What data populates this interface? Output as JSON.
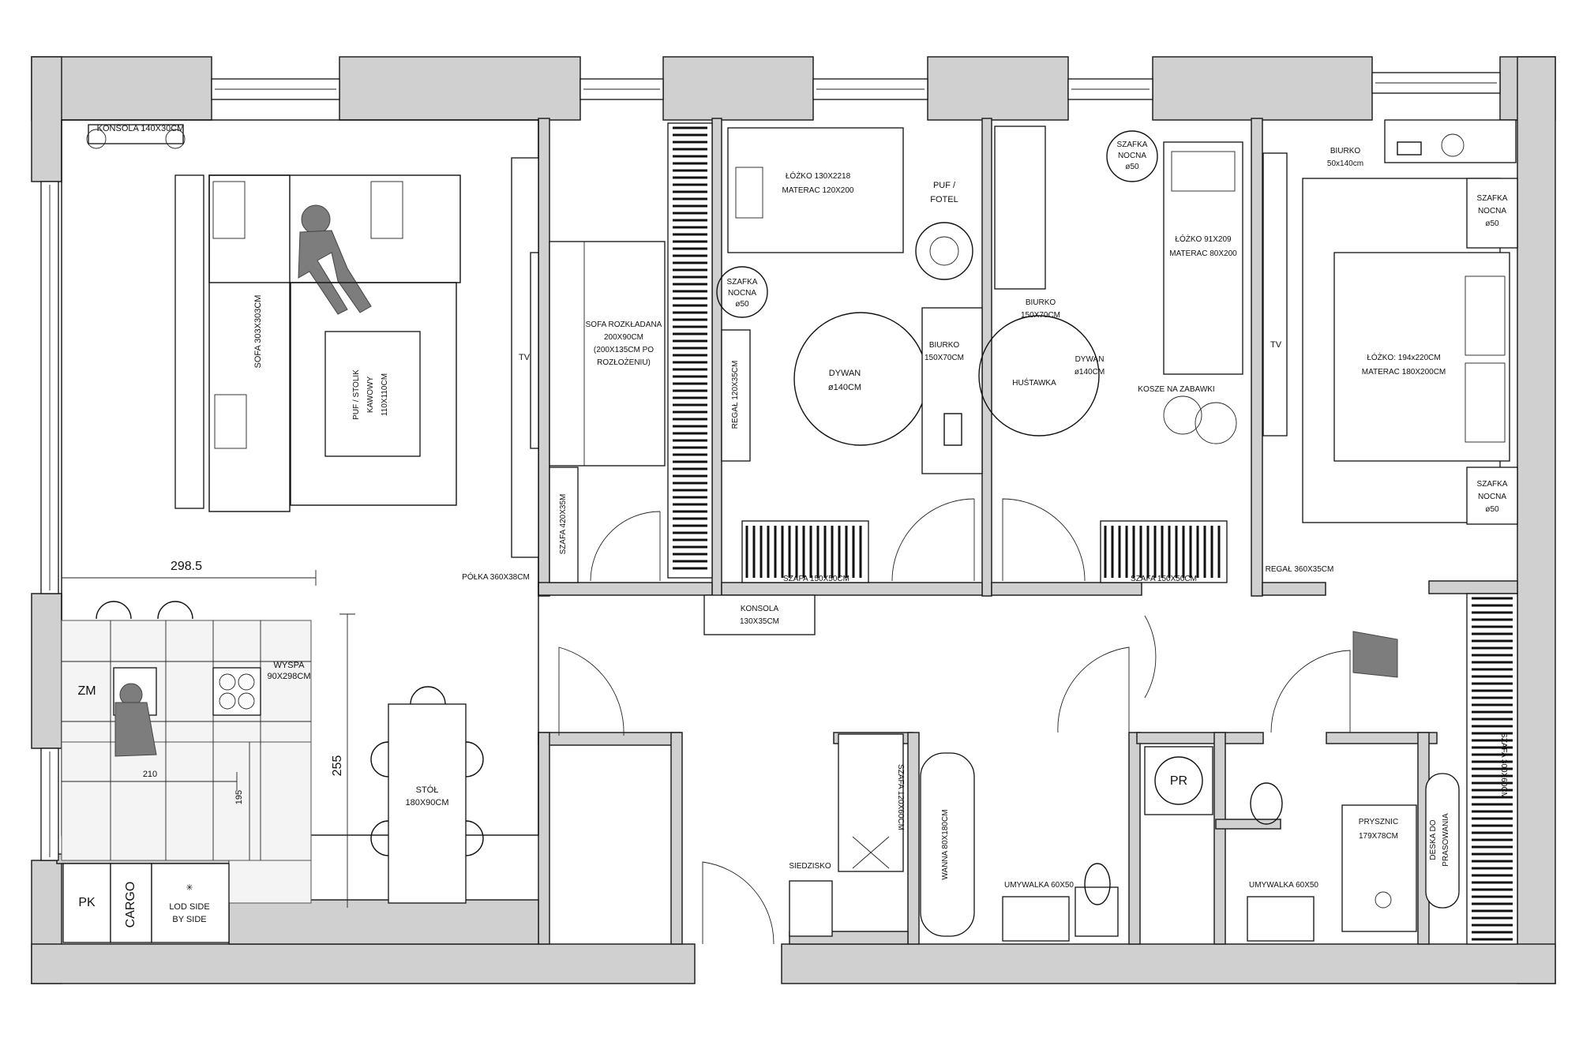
{
  "plan": {
    "living": {
      "console_top": "KONSOLA 140X30CM",
      "sofa": "SOFA 303X303CM",
      "puf_line1": "PUF / STOLIK",
      "puf_line2": "KAWOWY",
      "puf_line3": "110X110CM",
      "tv": "TV",
      "dim_width": "298.5",
      "dim_height": "255"
    },
    "kitchen": {
      "zm": "ZM",
      "wyspa_line1": "WYSPA",
      "wyspa_line2": "90X298CM",
      "dim_210": "210",
      "dim_195": "195",
      "pk": "PK",
      "cargo": "CARGO",
      "lod_line1": "LOD SIDE",
      "lod_line2": "BY SIDE"
    },
    "dining": {
      "table_line1": "STÓŁ",
      "table_line2": "180X90CM"
    },
    "room1": {
      "sofa_line1": "SOFA ROZKŁADANA",
      "sofa_line2": "200X90CM",
      "sofa_line3": "(200X135CM PO",
      "sofa_line4": "ROZŁOŻENIU)",
      "wardrobe": "SZAFA 420X35M",
      "shelf": "PÓŁKA 360X38CM"
    },
    "room2": {
      "bed_line1": "ŁÓŻKO 130X2218",
      "bed_line2": "MATERAC 120X200",
      "puf_line1": "PUF /",
      "puf_line2": "FOTEL",
      "nightstand_line1": "SZAFKA",
      "nightstand_line2": "NOCNA",
      "nightstand_line3": "ø50",
      "regal": "REGAŁ 120X35CM",
      "rug_line1": "DYWAN",
      "rug_line2": "ø140CM",
      "desk_line1": "BIURKO",
      "desk_line2": "150X70CM",
      "wardrobe": "SZAFA 150X50CM",
      "console_line1": "KONSOLA",
      "console_line2": "130X35CM"
    },
    "room3": {
      "nightstand_line1": "SZAFKA",
      "nightstand_line2": "NOCNA",
      "nightstand_line3": "ø50",
      "bed_line1": "ŁÓŻKO 91X209",
      "bed_line2": "MATERAC 80X200",
      "desk_line1": "BIURKO",
      "desk_line2": "150X70CM",
      "swing": "HUŚTAWKA",
      "rug_line1": "DYWAN",
      "rug_line2": "ø140CM",
      "baskets": "KOSZE NA ZABAWKI",
      "wardrobe": "SZAFA 150X50CM"
    },
    "bedroom": {
      "desk_line1": "BIURKO",
      "desk_line2": "50x140cm",
      "nightstand_top_line1": "SZAFKA",
      "nightstand_top_line2": "NOCNA",
      "nightstand_top_line3": "ø50",
      "bed_line1": "ŁÓŻKO: 194x220CM",
      "bed_line2": "MATERAC 180X200CM",
      "tv": "TV",
      "nightstand_bot_line1": "SZAFKA",
      "nightstand_bot_line2": "NOCNA",
      "nightstand_bot_line3": "ø50",
      "regal": "REGAŁ 360X35CM"
    },
    "hall": {
      "wardrobe": "SZAFA 120X60CM",
      "seat": "SIEDZISKO",
      "pr": "PR",
      "ironing_line1": "DESKA DO",
      "ironing_line2": "PRASOWANIA",
      "hall_wardrobe": "SZAFA 300X60CM"
    },
    "bath1": {
      "tub": "WANNA 80X180CM",
      "sink": "UMYWALKA 60X50"
    },
    "bath2": {
      "sink": "UMYWALKA 60X50",
      "shower_line1": "PRYSZNIC",
      "shower_line2": "179X78CM"
    }
  },
  "colors": {
    "wall": "#d0d0d0",
    "line": "#111111",
    "figure": "#7d7d7d"
  }
}
